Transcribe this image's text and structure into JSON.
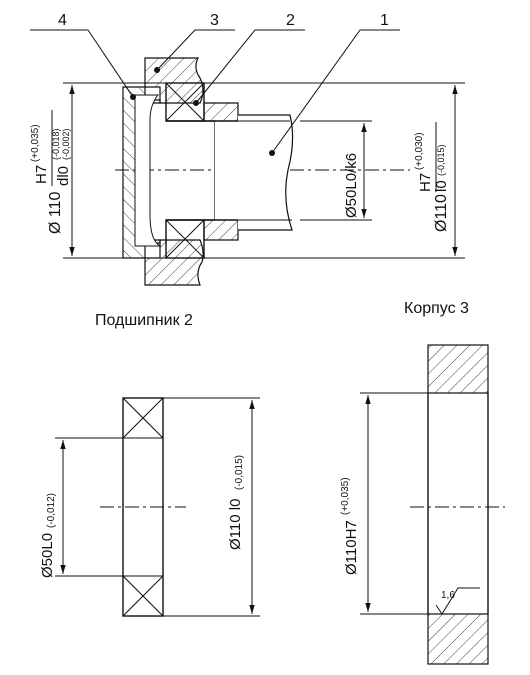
{
  "callouts": [
    "4",
    "3",
    "2",
    "1"
  ],
  "assembly": {
    "dim_outer_left": {
      "prefix": "Ø 110",
      "top": "H7",
      "top_tol": "(+0,035)",
      "bottom": "dl0",
      "bottom_tol_upper": "(-0,018)",
      "bottom_tol_lower": "(-0,002)"
    },
    "dim_shaft": "Ø50L0/k6",
    "dim_outer_right": {
      "prefix": "Ø110",
      "top": "H7",
      "top_tol": "(+0,030)",
      "bottom": "l0",
      "bottom_tol": "(-0,015)"
    }
  },
  "bearing": {
    "title": "Подшипник 2",
    "dim_inner": {
      "text": "Ø50L0",
      "tol": "(-0,012)"
    },
    "dim_outer": {
      "text": "Ø110 l0",
      "tol": "(-0,015)"
    }
  },
  "housing": {
    "title": "Корпус 3",
    "dim_bore": {
      "text": "Ø110H7",
      "tol": "(+0,035)"
    },
    "roughness": "1,6"
  }
}
